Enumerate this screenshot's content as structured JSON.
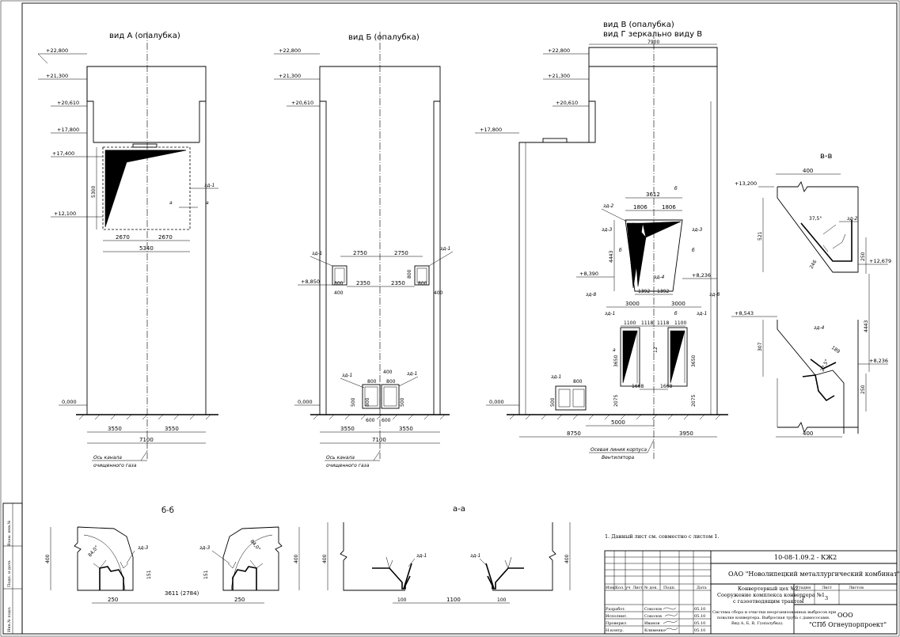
{
  "views": {
    "a": {
      "title": "вид А (опалубка)"
    },
    "b": {
      "title": "вид Б (опалубка)"
    },
    "v": {
      "title1": "вид В (опалубка)",
      "title2": "вид Г зеркально виду В"
    },
    "vv": {
      "title": "в-в"
    },
    "bb": {
      "title": "б-б"
    },
    "aa": {
      "title": "а-а"
    }
  },
  "levels": {
    "l22800": "+22,800",
    "l21300": "+21,300",
    "l20610": "+20,610",
    "l17800": "+17,800",
    "l17400": "+17,400",
    "l12100": "+12,100",
    "l8850": "+8,850",
    "l8390": "+8,390",
    "l8236": "+8,236",
    "l13200": "+13,200",
    "l12679": "+12,679",
    "l8543": "+8,543",
    "l0": "0,000"
  },
  "dims": {
    "d2670": "2670",
    "d5340": "5340",
    "d5300": "5300",
    "d3550": "3550",
    "d7100": "7100",
    "d2750": "2750",
    "d2350": "2350",
    "d800": "800",
    "d400": "400",
    "d500": "500",
    "d600": "600",
    "d7900": "7900",
    "d3612": "3612",
    "d1806": "1806",
    "d4443": "4443",
    "d1392": "1392",
    "d3000": "3000",
    "d1100": "1100",
    "d1118": "1118",
    "d3650": "3650",
    "d12": "12",
    "d1668": "1668",
    "d2075": "2075",
    "d5000": "5000",
    "d8750": "8750",
    "d3950": "3950",
    "d521": "521",
    "d250": "250",
    "d246": "246",
    "d307": "307",
    "d189": "189",
    "a375": "37,5°",
    "a275": "27,5°",
    "a840": "84,0°",
    "d151": "151",
    "d3611": "3611 (2784)",
    "d100": "100"
  },
  "marks": {
    "ze1": "зд-1",
    "ze2": "зд-2",
    "ze3": "зд-3",
    "ze4": "зд-4",
    "ze8": "зд-8",
    "a": "а",
    "b": "б",
    "v": "в"
  },
  "notes": {
    "axis_gas1": "Ось канала",
    "axis_gas2": "очищенного газа",
    "axis_fan1": "Осевая линия корпуса",
    "axis_fan2": "Вентилятора",
    "note1": "1. Данный лист см. совместно с листом 1."
  },
  "stamp": {
    "code": "10-08-1.09.2 - КЖ2",
    "company": "ОАО \"Новолипецкий металлургический комбинат\"",
    "project1": "Конвертерный цех №2.",
    "project2": "Сооружение комплекса конвертера №1",
    "project3": "с газоотводящим трактом",
    "sheet_title1": "Система сбора и очистки неорганизованных выбросов при",
    "sheet_title2": "повалке конвертера. Выбросная труба с дымососами.",
    "sheet_title3": "Вид А, Б, В, Г(опалубка).",
    "h_izm": "Изм.",
    "h_kol": "Кол. уч",
    "h_list": "Лист",
    "h_doc": "№ док.",
    "h_podp": "Подп.",
    "h_data": "Дата",
    "h_stage": "Стадия",
    "h_sheet": "Лист",
    "h_sheets": "Листов",
    "stage": "Р",
    "sheet_no": "3",
    "r1_role": "Разработ.",
    "r1_name": "Соколов",
    "r1_date": "05.10",
    "r2_role": "Исполнит.",
    "r2_name": "Соколов",
    "r2_date": "05.10",
    "r3_role": "Проверил",
    "r3_name": "Иванов",
    "r3_date": "05.10",
    "r4_role": "Н.контр.",
    "r4_name": "Клименко",
    "r4_date": "05.10",
    "org1": "ООО",
    "org2": "\"СПб Огнеупорпроект\""
  },
  "side": {
    "inv_orig": "Инв.№ подл.",
    "sign_date": "Подп. и дата",
    "inv_repl": "Взам. инв.№"
  }
}
